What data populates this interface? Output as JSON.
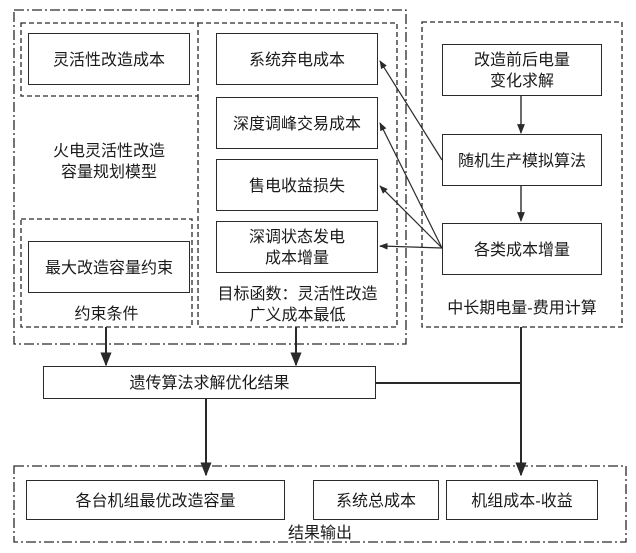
{
  "diagram": {
    "groups": {
      "model_outer": {
        "label": ""
      },
      "model_title": "火电灵活性改造\n容量规划模型",
      "objective": {
        "label": "目标函数：灵活性改造\n广义成本最低"
      },
      "constraints": {
        "label": "约束条件"
      },
      "calc": {
        "label": "中长期电量-费用计算"
      },
      "output": {
        "label": "结果输出"
      }
    },
    "nodes": {
      "flex_cost": "灵活性改造成本",
      "curtail_cost": "系统弃电成本",
      "peak_trade_cost": "深度调峰交易成本",
      "sales_loss": "售电收益损失",
      "deep_gen_cost": "深调状态发电\n成本增量",
      "max_capacity": "最大改造容量约束",
      "energy_change": "改造前后电量\n变化求解",
      "prob_sim": "随机生产模拟算法",
      "cost_increment": "各类成本增量",
      "ga_solve": "遗传算法求解优化结果",
      "opt_capacity": "各台机组最优改造容量",
      "total_cost": "系统总成本",
      "unit_cost_benefit": "机组成本-收益"
    },
    "edges": [
      {
        "from": "energy_change",
        "to": "prob_sim"
      },
      {
        "from": "prob_sim",
        "to": "cost_increment"
      },
      {
        "from": "prob_sim",
        "to": "curtail_cost"
      },
      {
        "from": "cost_increment",
        "to": "peak_trade_cost"
      },
      {
        "from": "cost_increment",
        "to": "sales_loss"
      },
      {
        "from": "cost_increment",
        "to": "deep_gen_cost"
      },
      {
        "from": "constraints",
        "to": "ga_solve"
      },
      {
        "from": "objective",
        "to": "ga_solve"
      },
      {
        "from": "ga_solve",
        "to": "opt_capacity"
      },
      {
        "from": "calc",
        "to": "output"
      }
    ],
    "colors": {
      "line": "#2a2a2a",
      "background": "#ffffff"
    }
  }
}
